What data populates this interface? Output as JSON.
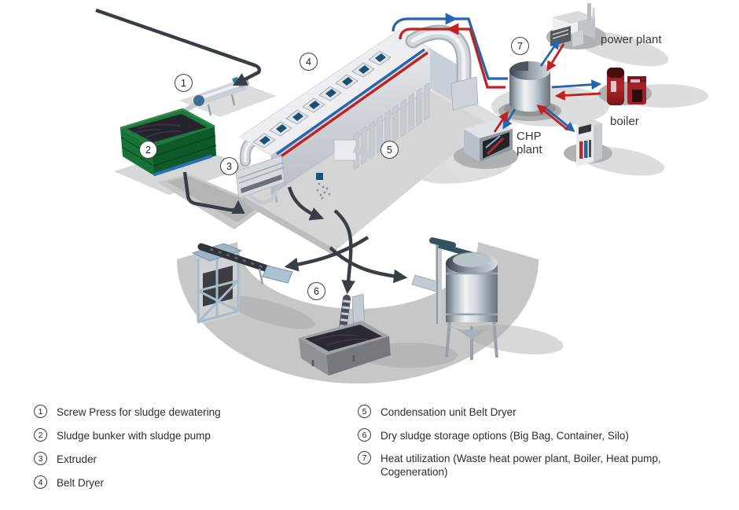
{
  "diagram": {
    "callouts": [
      {
        "number": "1",
        "target": "screw-press"
      },
      {
        "number": "2",
        "target": "sludge-bunker"
      },
      {
        "number": "3",
        "target": "extruder"
      },
      {
        "number": "4",
        "target": "belt-dryer"
      },
      {
        "number": "5",
        "target": "condensation-unit"
      },
      {
        "number": "6",
        "target": "dry-sludge-storage"
      },
      {
        "number": "7",
        "target": "heat-utilization"
      }
    ],
    "labels": {
      "power_plant": "power plant",
      "boiler": "boiler",
      "chp_line1": "CHP",
      "chp_line2": "plant"
    },
    "colors": {
      "hot_line_red": "#c22020",
      "cold_line_blue": "#2565ab",
      "sludge_arrow_dark": "#383e45",
      "bunker_green": "#15672f"
    }
  },
  "legend": {
    "left": [
      {
        "n": "1",
        "text": "Screw Press for sludge dewatering"
      },
      {
        "n": "2",
        "text": "Sludge bunker with sludge pump"
      },
      {
        "n": "3",
        "text": "Extruder"
      },
      {
        "n": "4",
        "text": "Belt Dryer"
      }
    ],
    "right": [
      {
        "n": "5",
        "text": "Condensation unit Belt Dryer"
      },
      {
        "n": "6",
        "text": "Dry sludge storage options (Big Bag, Container, Silo)"
      },
      {
        "n": "7",
        "text": "Heat utilization (Waste heat power plant, Boiler, Heat pump, Cogeneration)"
      }
    ]
  }
}
